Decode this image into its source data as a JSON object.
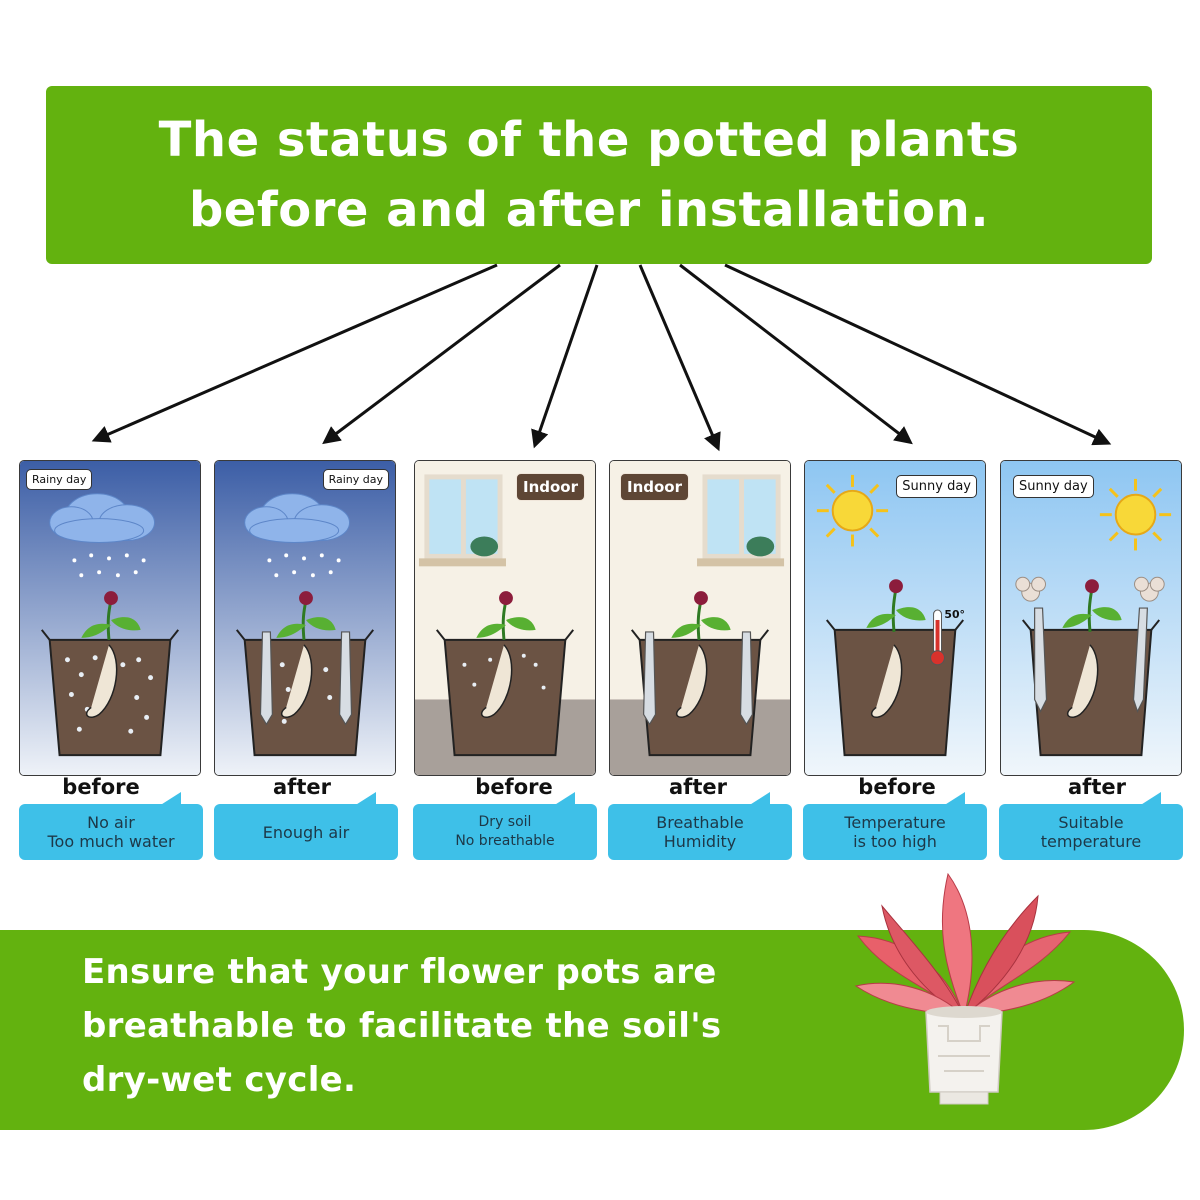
{
  "header": {
    "line1": "The status of the potted plants",
    "line2": "before and after installation."
  },
  "colors": {
    "banner_green": "#63b20f",
    "bubble_blue": "#3ec0e8",
    "soil_brown": "#6b5344",
    "indoor_tag": "#5e4635"
  },
  "panels": [
    {
      "scene": "rainy",
      "tag": "Rainy day",
      "stage": "before",
      "caption": [
        "No air",
        "Too much water"
      ]
    },
    {
      "scene": "rainy",
      "tag": "Rainy day",
      "stage": "after",
      "caption": [
        "Enough air"
      ]
    },
    {
      "scene": "indoor",
      "tag": "Indoor",
      "stage": "before",
      "caption": [
        "Dry soil",
        "No breathable"
      ]
    },
    {
      "scene": "indoor",
      "tag": "Indoor",
      "stage": "after",
      "caption": [
        "Breathable",
        "Humidity"
      ]
    },
    {
      "scene": "sunny",
      "tag": "Sunny day",
      "stage": "before",
      "caption": [
        "Temperature",
        "is too high"
      ],
      "thermometer_label": "50°"
    },
    {
      "scene": "sunny",
      "tag": "Sunny day",
      "stage": "after",
      "caption": [
        "Suitable",
        "temperature"
      ]
    }
  ],
  "footer": {
    "line1": "Ensure that your flower pots are",
    "line2": "breathable to facilitate the soil's",
    "line3": "dry-wet cycle."
  }
}
